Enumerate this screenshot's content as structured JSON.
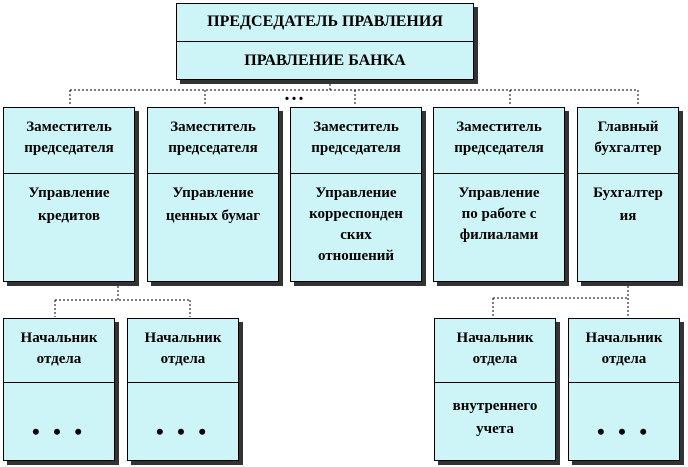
{
  "top": {
    "chairman": "ПРЕДСЕДАТЕЛЬ ПРАВЛЕНИЯ",
    "board": "ПРАВЛЕНИЕ БАНКА",
    "ellipsis": "..."
  },
  "deputies": [
    {
      "role_1": "Заместитель",
      "role_2": "председателя",
      "dept_1": "Управление",
      "dept_2": "кредитов"
    },
    {
      "role_1": "Заместитель",
      "role_2": "председателя",
      "dept_1": "Управление",
      "dept_2": "ценных бумаг"
    },
    {
      "role_1": "Заместитель",
      "role_2": "председателя",
      "dept_1": "Управление",
      "dept_2": "корреспонден",
      "dept_3": "ских",
      "dept_4": "отношений"
    },
    {
      "role_1": "Заместитель",
      "role_2": "председателя",
      "dept_1": "Управление",
      "dept_2": "по работе с",
      "dept_3": "филиалами"
    },
    {
      "role_1": "Главный",
      "role_2": "бухгалтер",
      "dept_1": "Бухгалтер",
      "dept_2": "ия"
    }
  ],
  "heads": [
    {
      "line_1": "Начальник",
      "line_2": "отдела",
      "body": "• • •"
    },
    {
      "line_1": "Начальник",
      "line_2": "отдела",
      "body": "• • •"
    },
    {
      "line_1": "Начальник",
      "line_2": "отдела",
      "body_1": "внутреннего",
      "body_2": "учета"
    },
    {
      "line_1": "Начальник",
      "line_2": "отдела",
      "body": "• • •"
    }
  ]
}
